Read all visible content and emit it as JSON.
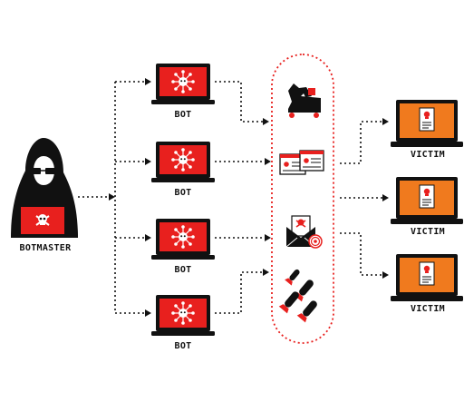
{
  "labels": {
    "botmaster": "BOTMASTER",
    "bot_1": "BOT",
    "bot_2": "BOT",
    "bot_3": "BOT",
    "bot_4": "BOT",
    "victim_1": "VICTIM",
    "victim_2": "VICTIM",
    "victim_3": "VICTIM"
  },
  "attack_icons": [
    "trojan-horse-icon",
    "id-cards-icon",
    "phishing-email-icon",
    "missiles-icon"
  ],
  "colors": {
    "bot_screen": "#e8201e",
    "victim_screen": "#f07a1e",
    "laptop_body": "#111111",
    "capsule_border": "#e8201e",
    "connector": "#111111"
  }
}
